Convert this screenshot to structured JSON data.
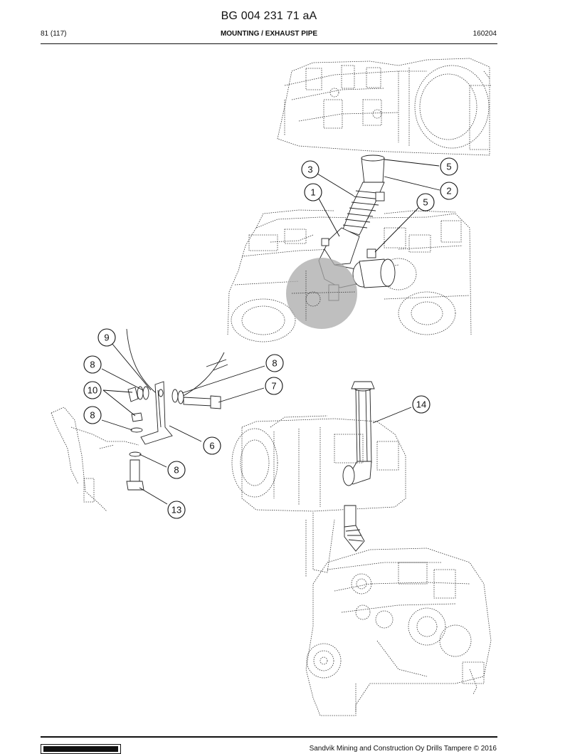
{
  "header": {
    "doc_number": "BG 004 231 71 aA",
    "page": "81 (117)",
    "title": "MOUNTING / EXHAUST PIPE",
    "date_code": "160204"
  },
  "callouts": {
    "c5a": "5",
    "c3": "3",
    "c2": "2",
    "c1": "1",
    "c5b": "5",
    "c9": "9",
    "c8a": "8",
    "c8b": "8",
    "c7": "7",
    "c10": "10",
    "c8c": "8",
    "c6": "6",
    "c8d": "8",
    "c13": "13",
    "c14": "14"
  },
  "highlight_color": "#a9a9a9",
  "footer": {
    "copyright": "Sandvik Mining and Construction Oy Drills Tampere © 2016"
  }
}
